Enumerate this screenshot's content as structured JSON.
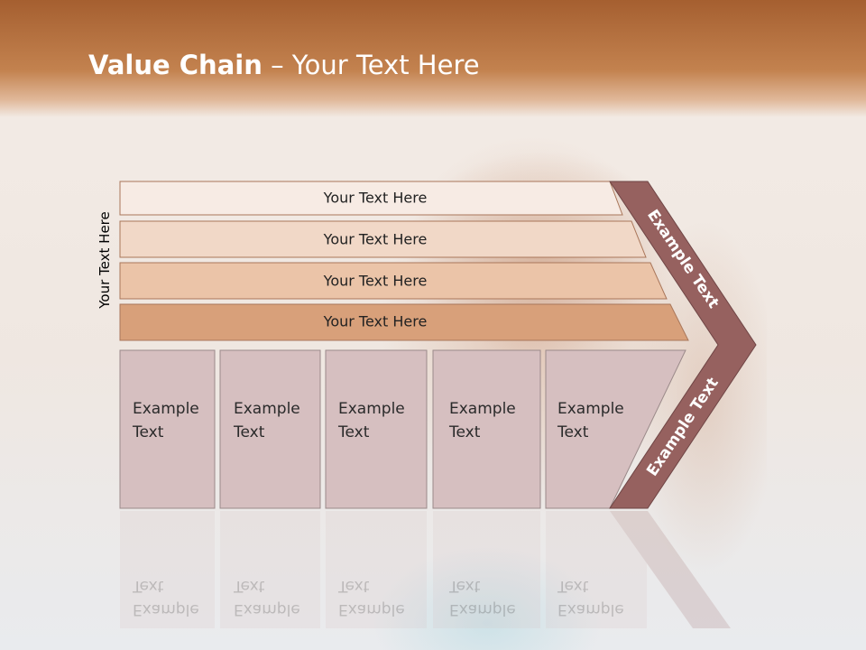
{
  "title": {
    "bold": "Value Chain",
    "rest": " – Your Text Here"
  },
  "side_label": "Your Text Here",
  "rows": [
    {
      "label": "Your Text Here",
      "color": "#f7ebe4"
    },
    {
      "label": "Your Text Here",
      "color": "#f1d8c7"
    },
    {
      "label": "Your Text Here",
      "color": "#ebc4a8"
    },
    {
      "label": "Your Text Here",
      "color": "#d8a07a"
    }
  ],
  "columns": [
    {
      "line1": "Example",
      "line2": "Text"
    },
    {
      "line1": "Example",
      "line2": "Text"
    },
    {
      "line1": "Example",
      "line2": "Text"
    },
    {
      "line1": "Example",
      "line2": "Text"
    },
    {
      "line1": "Example",
      "line2": "Text"
    }
  ],
  "chevron": {
    "upper": "Example Text",
    "lower": "Example Text"
  },
  "colors": {
    "header": "#b87140",
    "chevron": "#96615f",
    "column_fill": "#d6bfc0",
    "column_border": "#9b8a8a",
    "row_border": "#a9765a"
  }
}
